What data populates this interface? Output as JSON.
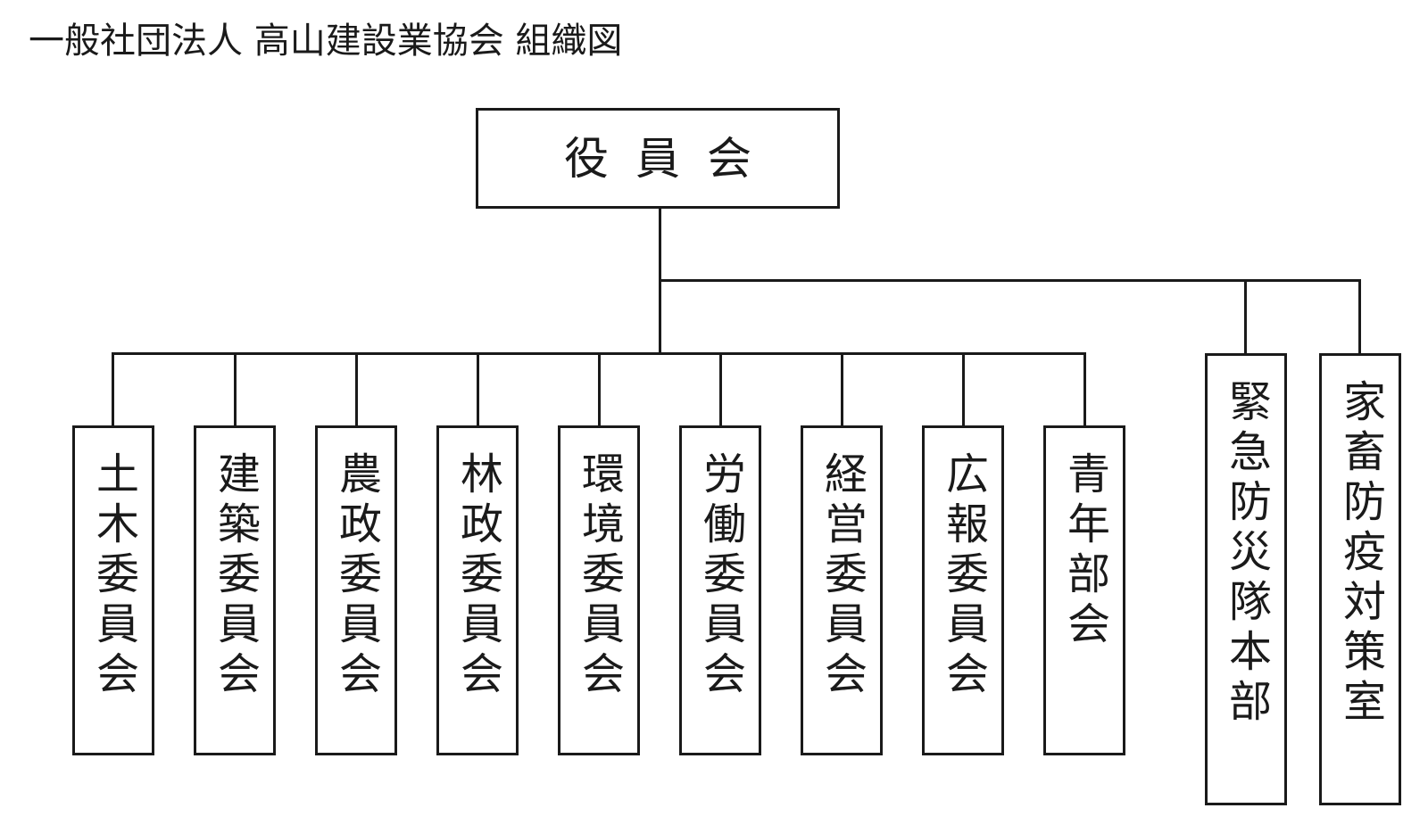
{
  "title": "一般社団法人 高山建設業協会 組織図",
  "top": {
    "label": "役員会"
  },
  "committees": [
    {
      "label": "土木委員会"
    },
    {
      "label": "建築委員会"
    },
    {
      "label": "農政委員会"
    },
    {
      "label": "林政委員会"
    },
    {
      "label": "環境委員会"
    },
    {
      "label": "労働委員会"
    },
    {
      "label": "経営委員会"
    },
    {
      "label": "広報委員会"
    },
    {
      "label": "青年部会"
    }
  ],
  "special_units": [
    {
      "label": "緊急防災隊本部"
    },
    {
      "label": "家畜防疫対策室"
    }
  ]
}
